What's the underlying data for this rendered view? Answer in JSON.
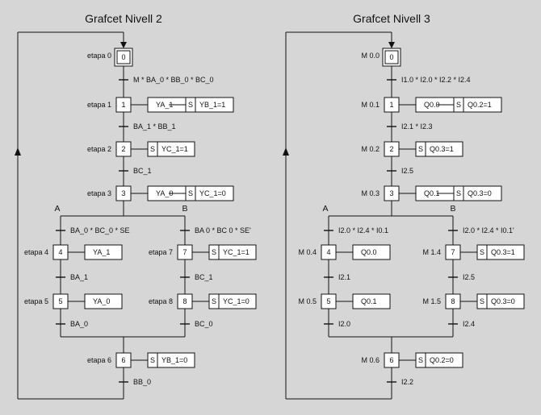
{
  "left": {
    "title": "Grafcet Nivell 2",
    "steps": {
      "s0": {
        "label": "etapa 0",
        "num": "0"
      },
      "s1": {
        "label": "etapa 1",
        "num": "1"
      },
      "s2": {
        "label": "etapa 2",
        "num": "2"
      },
      "s3": {
        "label": "etapa 3",
        "num": "3"
      },
      "s4": {
        "label": "etapa 4",
        "num": "4"
      },
      "s5": {
        "label": "etapa 5",
        "num": "5"
      },
      "s6": {
        "label": "etapa 6",
        "num": "6"
      },
      "s7": {
        "label": "etapa 7",
        "num": "7"
      },
      "s8": {
        "label": "etapa 8",
        "num": "8"
      }
    },
    "actions": {
      "a1": "YA_1",
      "a1s": "YB_1=1",
      "a2s": "YC_1=1",
      "a3": "YA_0",
      "a3s": "YC_1=0",
      "a4": "YA_1",
      "a5": "YA_0",
      "a6s": "YB_1=0",
      "a7s": "YC_1=1",
      "a8s": "YC_1=0",
      "s_label": "S"
    },
    "transitions": {
      "t01": "M * BA_0 * BB_0 * BC_0",
      "t12": "BA_1 * BB_1",
      "t23": "BC_1",
      "t34": "BA_0 * BC_0 * SE",
      "t37": "BA  0 * BC  0 * SE'",
      "t45": "BA_1",
      "t56": "BA_0",
      "t78": "BC_1",
      "t86": "BC_0",
      "t60": "BB_0"
    },
    "branch_a": "A",
    "branch_b": "B"
  },
  "right": {
    "title": "Grafcet Nivell 3",
    "steps": {
      "s0": {
        "label": "M 0.0",
        "num": "0"
      },
      "s1": {
        "label": "M 0.1",
        "num": "1"
      },
      "s2": {
        "label": "M 0.2",
        "num": "2"
      },
      "s3": {
        "label": "M 0.3",
        "num": "3"
      },
      "s4": {
        "label": "M 0.4",
        "num": "4"
      },
      "s5": {
        "label": "M 0.5",
        "num": "5"
      },
      "s6": {
        "label": "M 0.6",
        "num": "6"
      },
      "s7": {
        "label": "M 1.4",
        "num": "7"
      },
      "s8": {
        "label": "M 1.5",
        "num": "8"
      }
    },
    "actions": {
      "a1": "Q0.0",
      "a1s": "Q0.2=1",
      "a2s": "Q0.3=1",
      "a3": "Q0.1",
      "a3s": "Q0.3=0",
      "a4": "Q0.0",
      "a5": "Q0.1",
      "a6s": "Q0.2=0",
      "a7s": "Q0.3=1",
      "a8s": "Q0.3=0",
      "s_label": "S"
    },
    "transitions": {
      "t01": "I1.0 * I2.0 * I2.2 * I2.4",
      "t12": "I2.1 * I2.3",
      "t23": "I2.5",
      "t34": "I2.0 * I2.4 * I0.1",
      "t37": "I2.0 * I2.4 * I0.1'",
      "t45": "I2.1",
      "t56": "I2.0",
      "t78": "I2.5",
      "t86": "I2.4",
      "t60": "I2.2"
    },
    "branch_a": "A",
    "branch_b": "B"
  }
}
